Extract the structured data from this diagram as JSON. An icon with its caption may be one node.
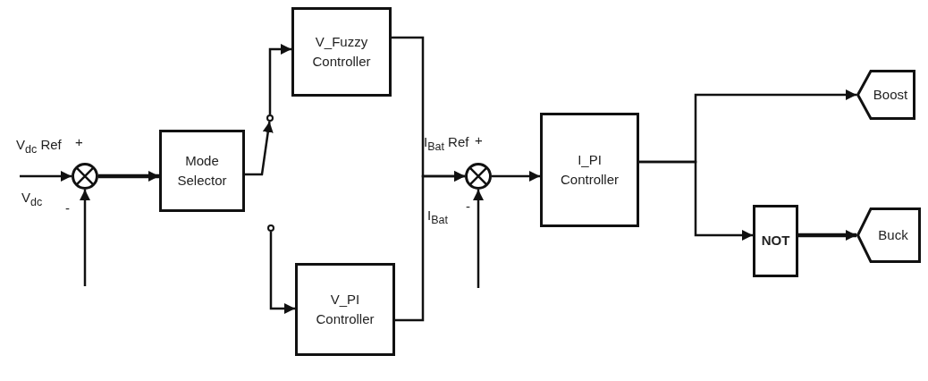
{
  "diagram": {
    "nodes": [
      {
        "text": [],
        "shape": "circle"
      },
      {
        "text": [
          "Mode Selector"
        ]
      },
      {
        "text": [],
        "shape": "circle"
      },
      {
        "text": [],
        "shape": "circle"
      },
      {
        "text": [
          "V_Fuzzy Controller"
        ]
      },
      {
        "text": [
          "V_PI Controller"
        ]
      },
      {
        "text": [],
        "shape": "circle"
      },
      {
        "text": [
          "I_PI Controller"
        ]
      },
      {
        "text": [
          "NOT"
        ]
      },
      {
        "text": [
          "Boost"
        ]
      },
      {
        "text": [
          "Buck"
        ]
      }
    ],
    "edges": [
      {
        "from": null,
        "to": 0,
        "arrow": "to"
      },
      {
        "from": null,
        "to": 0,
        "arrow": "to"
      },
      {
        "from": 0,
        "to": 1,
        "arrow": "to",
        "style": "thick"
      },
      {
        "from": 1,
        "to": 2,
        "arrow": "to"
      },
      {
        "from": 2,
        "to": 4,
        "arrow": "to"
      },
      {
        "from": 3,
        "to": 5,
        "arrow": "to"
      },
      {
        "from": 4,
        "to": 6,
        "arrow": "to"
      },
      {
        "from": 5,
        "to": 6,
        "arrow": "to"
      },
      {
        "from": null,
        "to": 6,
        "arrow": "to"
      },
      {
        "from": 6,
        "to": 7,
        "arrow": "to"
      },
      {
        "from": 7,
        "to": 9,
        "arrow": "to"
      },
      {
        "from": 7,
        "to": 8,
        "arrow": "to"
      },
      {
        "from": 8,
        "to": 10,
        "arrow": "to",
        "style": "thick"
      }
    ],
    "labels": [
      "V$_{dc}$ Ref",
      "+",
      "V$_{dc}$",
      "-",
      "I$_{Bat}$ Ref",
      "+",
      "I$_{Bat}$",
      "-"
    ]
  }
}
